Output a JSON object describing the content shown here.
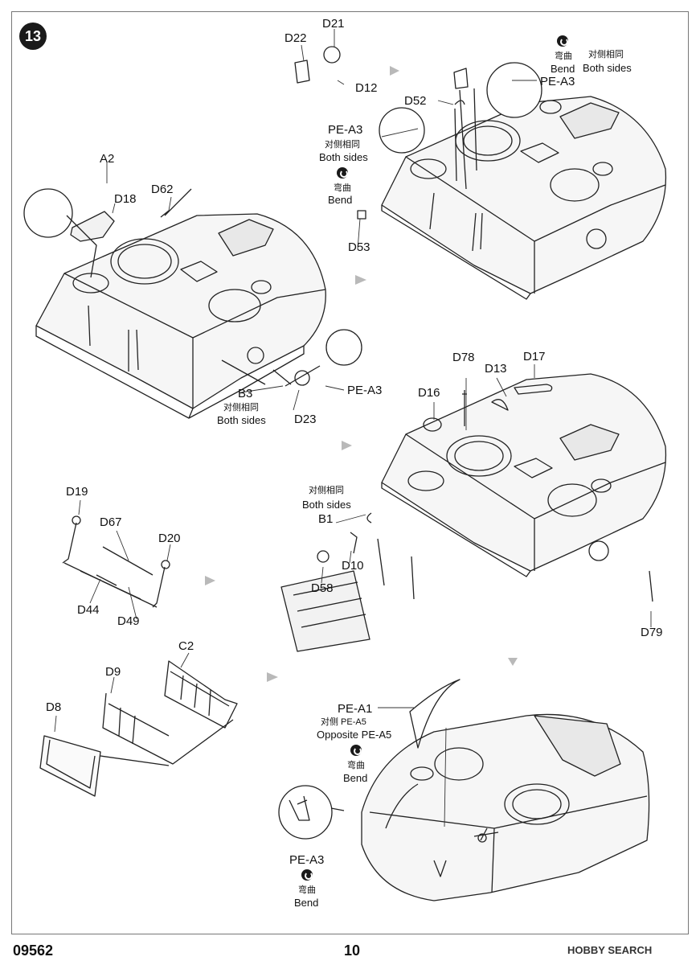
{
  "step": {
    "number": "13"
  },
  "footer": {
    "code": "09562",
    "page": "10",
    "watermark": "HOBBY SEARCH"
  },
  "icons": {
    "bend": "bend-icon",
    "flow_arrow": "flow-arrow-icon"
  },
  "labels": {
    "d22": "D22",
    "d21": "D21",
    "d12": "D12",
    "d52": "D52",
    "pe_a3_top_right": "PE-A3",
    "bend_tr_cn": "弯曲",
    "bend_tr_en": "Bend",
    "both_tr_cn": "对侧相同",
    "both_tr_en": "Both sides",
    "pe_a3_mid": "PE-A3",
    "both_mid_cn": "对侧相同",
    "both_mid_en": "Both sides",
    "bend_mid_cn": "弯曲",
    "bend_mid_en": "Bend",
    "d53": "D53",
    "a2": "A2",
    "d18": "D18",
    "d62": "D62",
    "pe_a3_left": "PE-A3",
    "b3": "B3",
    "both_left_cn": "对侧相同",
    "both_left_en": "Both sides",
    "d23": "D23",
    "d78": "D78",
    "d13": "D13",
    "d17": "D17",
    "d16": "D16",
    "both_b1_cn": "对侧相同",
    "both_b1_en": "Both sides",
    "b1": "B1",
    "d10": "D10",
    "d58": "D58",
    "d79": "D79",
    "d19": "D19",
    "d67": "D67",
    "d20": "D20",
    "d44": "D44",
    "d49": "D49",
    "c2": "C2",
    "d9": "D9",
    "d8": "D8",
    "pe_a1": "PE-A1",
    "opp_cn": "对侧 PE-A5",
    "opp_en": "Opposite PE-A5",
    "bend_br_cn": "弯曲",
    "bend_br_en": "Bend",
    "pe_a3_bottom": "PE-A3",
    "bend_bl_cn": "弯曲",
    "bend_bl_en": "Bend"
  }
}
